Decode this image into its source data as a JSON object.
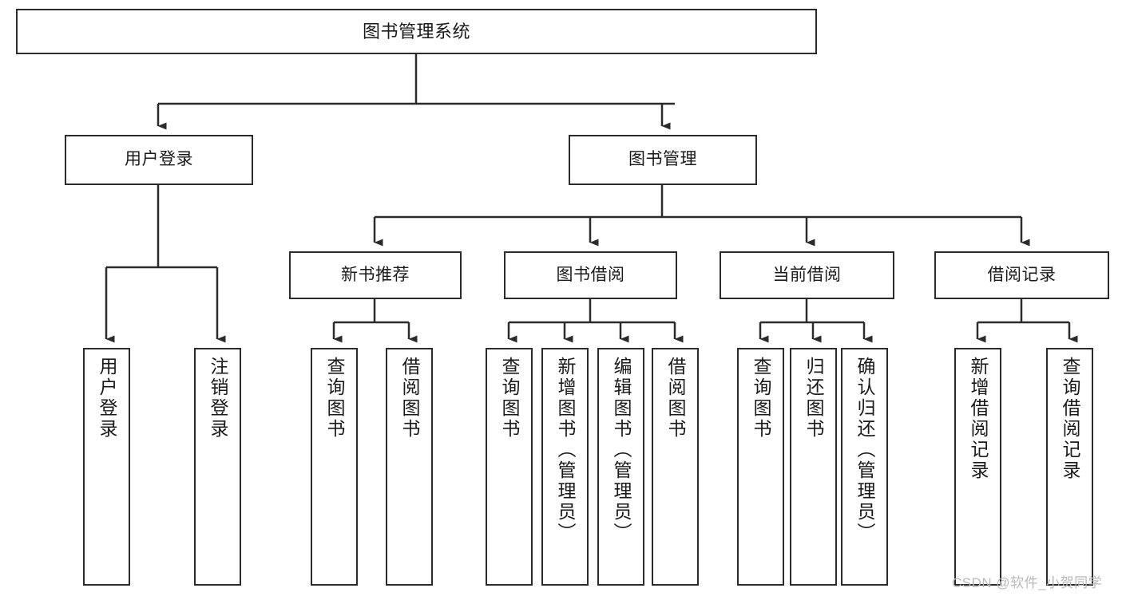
{
  "diagram": {
    "type": "tree-hierarchy",
    "title": "图书管理系统",
    "watermark": "CSDN @软件_小贺同学",
    "colors": {
      "box_border": "#2b2b2b",
      "box_fill": "#ffffff",
      "connector": "#2b2b2b",
      "text": "#1a1a1a",
      "watermark": "#b9b9b9",
      "background": "#ffffff"
    },
    "levels": {
      "level1": [
        "图书管理系统"
      ],
      "level2": [
        "用户登录",
        "图书管理"
      ],
      "level3": [
        "新书推荐",
        "图书借阅",
        "当前借阅",
        "借阅记录"
      ],
      "level4": [
        "用户登录",
        "注销登录",
        "查询图书",
        "借阅图书",
        "查询图书",
        "新增图书（管理员）",
        "编辑图书（管理员）",
        "借阅图书",
        "查询图书",
        "归还图书",
        "确认归还（管理员）",
        "新增借阅记录",
        "查询借阅记录"
      ]
    },
    "nodes": {
      "root": {
        "label": "图书管理系统"
      },
      "user_login": {
        "label": "用户登录"
      },
      "book_mgmt": {
        "label": "图书管理"
      },
      "new_book_rec": {
        "label": "新书推荐"
      },
      "book_borrow": {
        "label": "图书借阅"
      },
      "current_borrow": {
        "label": "当前借阅"
      },
      "borrow_record": {
        "label": "借阅记录"
      },
      "leaf_user_login": {
        "label": "用户登录"
      },
      "leaf_logout": {
        "label": "注销登录"
      },
      "leaf_query_book_1": {
        "label": "查询图书"
      },
      "leaf_borrow_book_1": {
        "label": "借阅图书"
      },
      "leaf_query_book_2": {
        "label": "查询图书"
      },
      "leaf_add_book_admin": {
        "label": "新增图书（管理员）"
      },
      "leaf_edit_book_admin": {
        "label": "编辑图书（管理员）"
      },
      "leaf_borrow_book_2": {
        "label": "借阅图书"
      },
      "leaf_query_book_3": {
        "label": "查询图书"
      },
      "leaf_return_book": {
        "label": "归还图书"
      },
      "leaf_confirm_return_admin": {
        "label": "确认归还（管理员）"
      },
      "leaf_add_borrow_record": {
        "label": "新增借阅记录"
      },
      "leaf_query_borrow_record": {
        "label": "查询借阅记录"
      }
    },
    "edges": [
      {
        "from": "图书管理系统",
        "to": "用户登录"
      },
      {
        "from": "图书管理系统",
        "to": "图书管理"
      },
      {
        "from": "用户登录",
        "to": "用户登录"
      },
      {
        "from": "用户登录",
        "to": "注销登录"
      },
      {
        "from": "图书管理",
        "to": "新书推荐"
      },
      {
        "from": "图书管理",
        "to": "图书借阅"
      },
      {
        "from": "图书管理",
        "to": "当前借阅"
      },
      {
        "from": "图书管理",
        "to": "借阅记录"
      },
      {
        "from": "新书推荐",
        "to": "查询图书"
      },
      {
        "from": "新书推荐",
        "to": "借阅图书"
      },
      {
        "from": "图书借阅",
        "to": "查询图书"
      },
      {
        "from": "图书借阅",
        "to": "新增图书（管理员）"
      },
      {
        "from": "图书借阅",
        "to": "编辑图书（管理员）"
      },
      {
        "from": "图书借阅",
        "to": "借阅图书"
      },
      {
        "from": "当前借阅",
        "to": "查询图书"
      },
      {
        "from": "当前借阅",
        "to": "归还图书"
      },
      {
        "from": "当前借阅",
        "to": "确认归还（管理员）"
      },
      {
        "from": "借阅记录",
        "to": "新增借阅记录"
      },
      {
        "from": "借阅记录",
        "to": "查询借阅记录"
      }
    ]
  }
}
